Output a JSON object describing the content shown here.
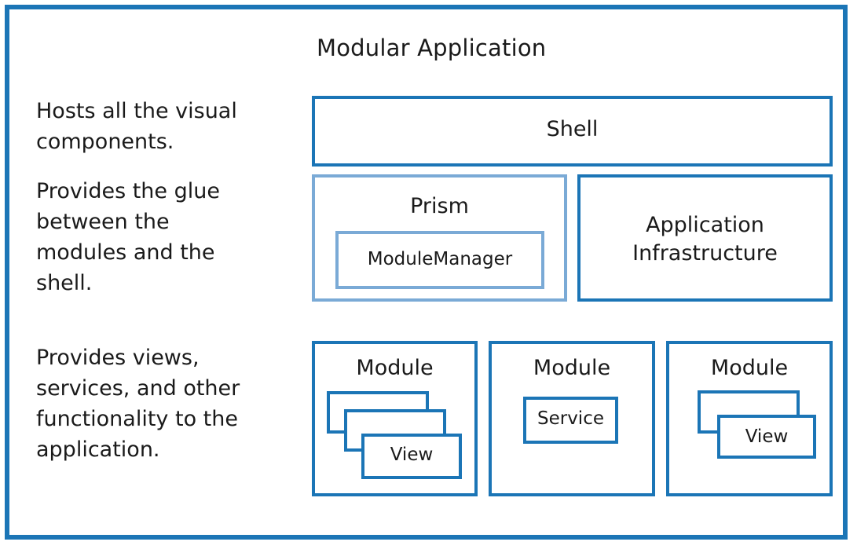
{
  "diagram": {
    "title": "Modular Application",
    "descriptions": [
      "Hosts all the visual\ncomponents.",
      "Provides the glue\nbetween the\nmodules and the\nshell.",
      "Provides views,\nservices, and other\nfunctionality to the\napplication."
    ],
    "shell": "Shell",
    "prism": "Prism",
    "module_manager": "ModuleManager",
    "infrastructure": "Application\nInfrastructure",
    "modules": [
      {
        "label": "Module",
        "inner": "View"
      },
      {
        "label": "Module",
        "inner": "Service"
      },
      {
        "label": "Module",
        "inner": "View"
      }
    ],
    "colors": {
      "border": "#1b75b6",
      "border_light": "#7aaad6"
    }
  }
}
